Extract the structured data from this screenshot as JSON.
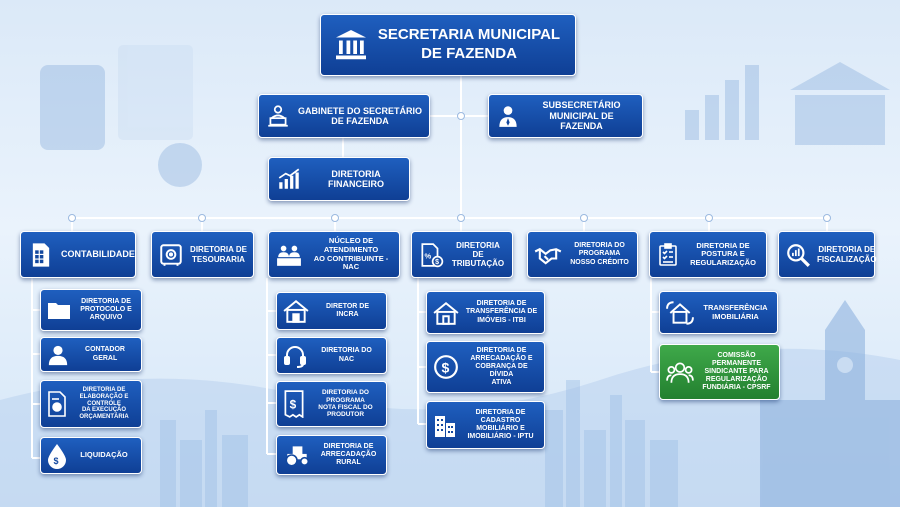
{
  "colors": {
    "box_blue": "#13489f",
    "box_green": "#2e8f3a",
    "connector": "#ffffff",
    "background": "#e3eef9"
  },
  "top": {
    "title": "SECRETARIA MUNICIPAL\nDE FAZENDA",
    "icon": "bank-building-icon"
  },
  "level2": {
    "gabinete": {
      "label": "GABINETE DO SECRETÁRIO\nDE FAZENDA",
      "icon": "person-at-laptop-icon"
    },
    "subsecretario": {
      "label": "SUBSECRETÁRIO\nMUNICIPAL DE FAZENDA",
      "icon": "businessman-icon"
    },
    "financeiro": {
      "label": "DIRETORIA\nFINANCEIRO",
      "icon": "growth-chart-icon"
    }
  },
  "departments": [
    {
      "key": "contabilidade",
      "label": "CONTABILIDADE",
      "icon": "calculator-document-icon"
    },
    {
      "key": "tesouraria",
      "label": "DIRETORIA DE\nTESOURARIA",
      "icon": "safe-icon"
    },
    {
      "key": "nac",
      "label": "NÚCLEO DE ATENDIMENTO\nAO CONTRIBUINTE - NAC",
      "icon": "service-desk-icon"
    },
    {
      "key": "tributacao",
      "label": "DIRETORIA DE\nTRIBUTAÇÃO",
      "icon": "tax-document-icon"
    },
    {
      "key": "nosso_credito",
      "label": "DIRETORIA DO PROGRAMA\nNOSSO CRÉDITO",
      "icon": "handshake-icon"
    },
    {
      "key": "postura",
      "label": "DIRETORIA DE POSTURA E\nREGULARIZAÇÃO",
      "icon": "checklist-icon"
    },
    {
      "key": "fiscalizacao",
      "label": "DIRETORIA DE\nFISCALIZAÇÃO",
      "icon": "magnifier-chart-icon"
    }
  ],
  "contabilidade_children": [
    {
      "label": "DIRETORIA DE\nPROTOCOLO E\nARQUIVO",
      "icon": "folder-icon"
    },
    {
      "label": "CONTADOR GERAL",
      "icon": "person-icon"
    },
    {
      "label": "DIRETORIA DE\nELABORAÇÃO E CONTROLE\nDA EXECUÇÃO\nORÇAMENTÁRIA",
      "icon": "report-document-icon"
    },
    {
      "label": "LIQUIDAÇÃO",
      "icon": "money-drop-icon"
    }
  ],
  "nac_children": [
    {
      "label": "DIRETOR DE INCRA",
      "icon": "farmhouse-icon"
    },
    {
      "label": "DIRETORIA DO NAC",
      "icon": "headset-icon"
    },
    {
      "label": "DIRETORIA DO PROGRAMA\nNOTA FISCAL DO\nPRODUTOR",
      "icon": "receipt-icon"
    },
    {
      "label": "DIRETORIA DE\nARRECADAÇÃO RURAL",
      "icon": "tractor-icon"
    }
  ],
  "tributacao_children": [
    {
      "label": "DIRETORIA DE\nTRANSFERÊNCIA DE\nIMÓVEIS - ITBI",
      "icon": "house-icon"
    },
    {
      "label": "DIRETORIA DE\nARRECADAÇÃO E\nCOBRANÇA DE DÍVIDA\nATIVA",
      "icon": "dollar-coin-icon"
    },
    {
      "label": "DIRETORIA DE CADASTRO\nMOBILIÁRIO E\nIMOBILIÁRIO - IPTU",
      "icon": "buildings-icon"
    }
  ],
  "postura_children": [
    {
      "label": "TRANSFERÊNCIA\nIMOBILIÁRIA",
      "icon": "house-transfer-icon"
    },
    {
      "label": "COMISSÃO PERMANENTE\nSINDICANTE PARA\nREGULARIZAÇÃO\nFUNDIÁRIA - CPSRF",
      "icon": "group-people-icon"
    }
  ]
}
